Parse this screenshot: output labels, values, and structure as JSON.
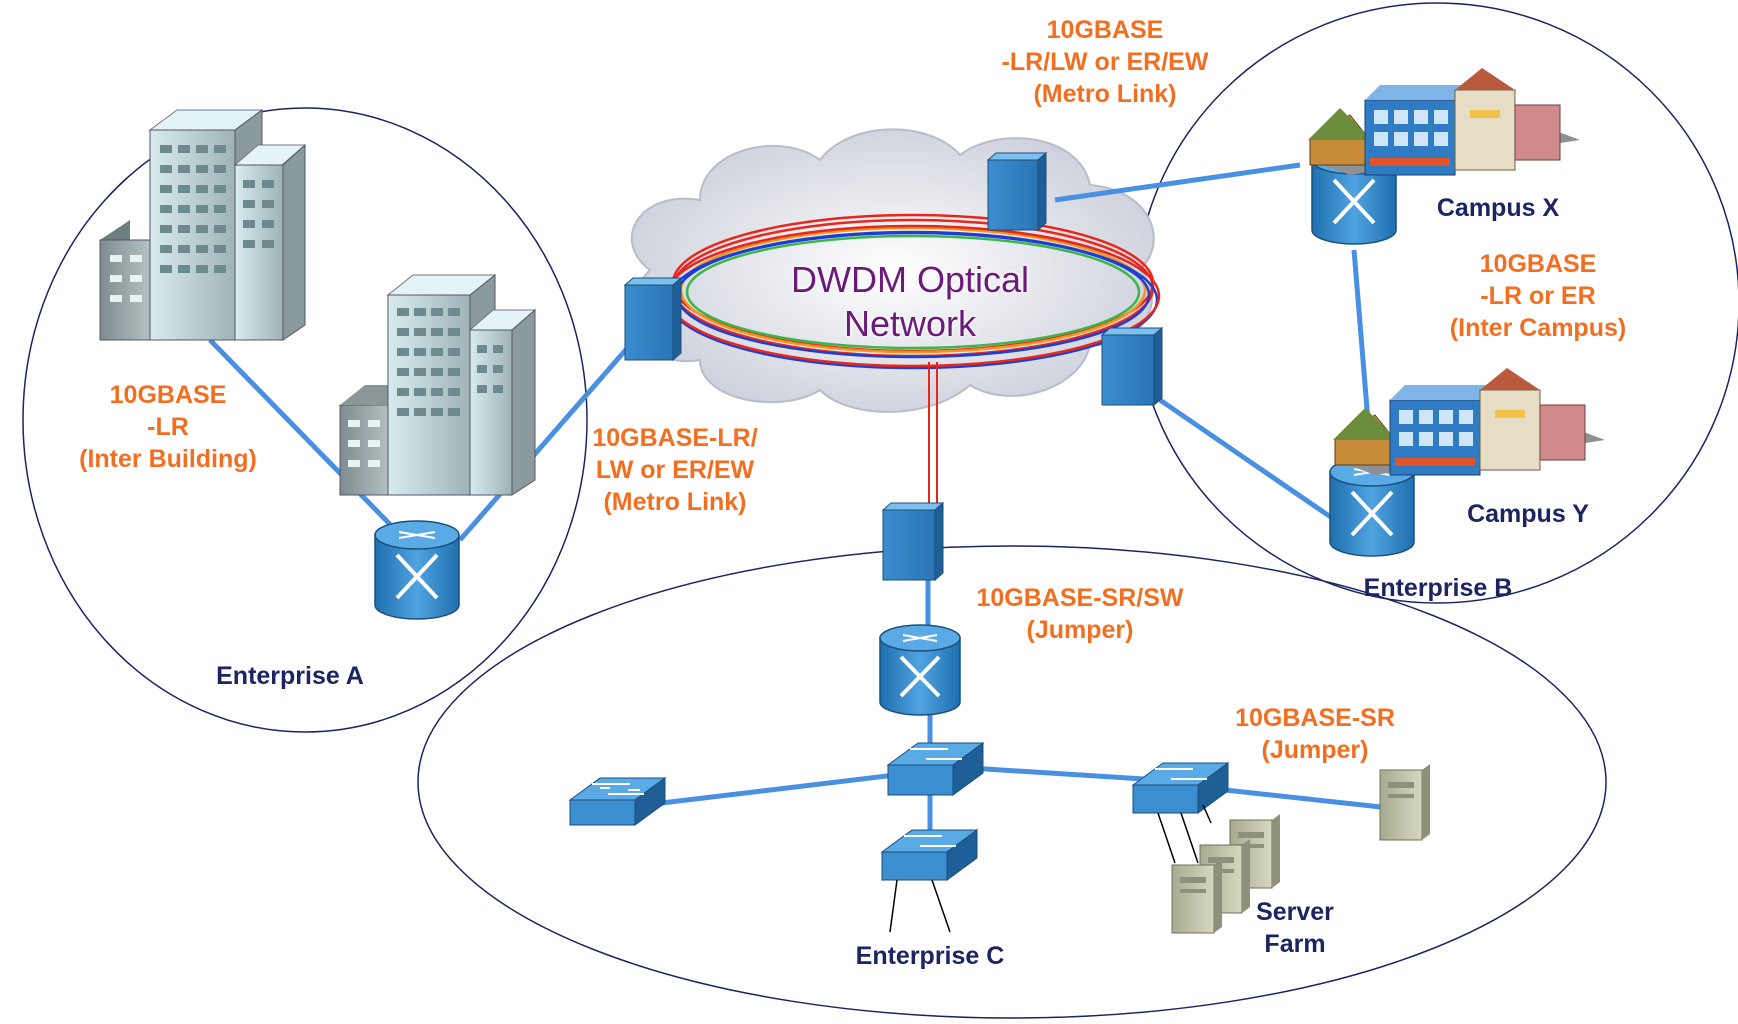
{
  "cloud": {
    "title": "DWDM Optical\nNetwork"
  },
  "labels": {
    "inter_building": "10GBASE\n-LR\n(Inter Building)",
    "metro_left": "10GBASE-LR/\nLW or ER/EW\n(Metro Link)",
    "metro_top": "10GBASE\n-LR/LW or ER/EW\n(Metro Link)",
    "inter_campus": "10GBASE\n-LR or ER\n(Inter Campus)",
    "sr_sw_jumper": "10GBASE-SR/SW\n(Jumper)",
    "sr_jumper": "10GBASE-SR\n(Jumper)"
  },
  "names": {
    "enterprise_a": "Enterprise A",
    "enterprise_b": "Enterprise B",
    "enterprise_c": "Enterprise C",
    "campus_x": "Campus X",
    "campus_y": "Campus Y",
    "server_farm": "Server\nFarm"
  },
  "colors": {
    "link": "#4a90e2",
    "label_orange": "#f26f21",
    "label_navy": "#1c2461",
    "ring": [
      "#e8261c",
      "#f7941d",
      "#39b54a",
      "#1d3fd1"
    ],
    "device_blue": "#3d8fd0"
  }
}
